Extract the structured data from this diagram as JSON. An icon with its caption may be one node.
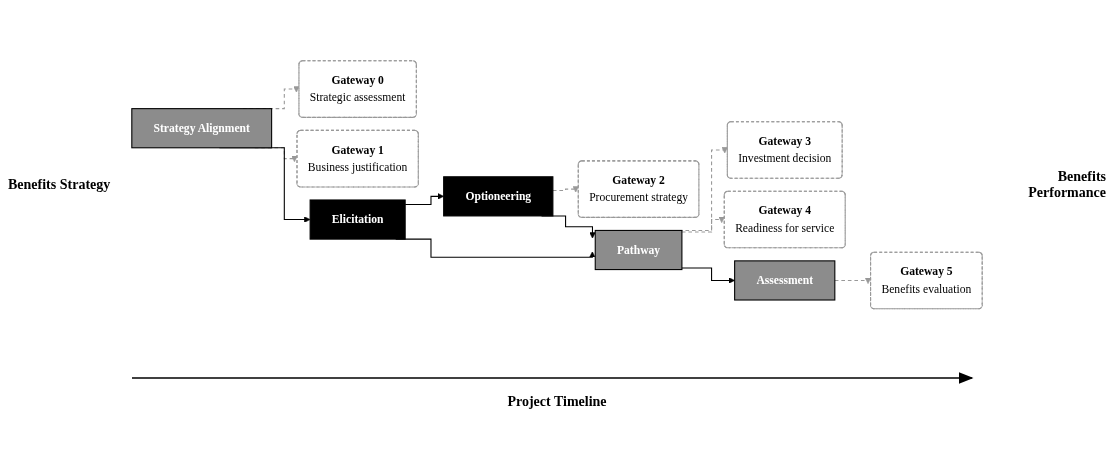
{
  "diagram": {
    "nodes": [
      {
        "text": [
          "Gateway 0",
          "Strategic assessment"
        ]
      },
      {
        "text": [
          "Gateway 1",
          "Business justification"
        ]
      },
      {
        "text": [
          "Gateway 2",
          "Procurement strategy"
        ]
      },
      {
        "text": [
          "Gateway 3",
          "Investment decision"
        ]
      },
      {
        "text": [
          "Gateway 4",
          "Readiness for service"
        ]
      },
      {
        "text": [
          "Gateway 5",
          "Benefits evaluation"
        ]
      },
      {
        "text": [
          "Strategy Alignment"
        ]
      },
      {
        "text": [
          "Elicitation"
        ]
      },
      {
        "text": [
          "Optioneering"
        ]
      },
      {
        "text": [
          "Pathway"
        ]
      },
      {
        "text": [
          "Assessment"
        ]
      }
    ],
    "edges": [
      {
        "from": 6,
        "to": 0,
        "arrow": "to",
        "style": "dashed"
      },
      {
        "from": 6,
        "to": 1,
        "arrow": "to",
        "style": "dashed"
      },
      {
        "from": 6,
        "to": 7,
        "arrow": "to",
        "color": "#000000"
      },
      {
        "from": 7,
        "to": 8,
        "arrow": "to",
        "color": "#000000"
      },
      {
        "from": 7,
        "to": 9,
        "arrow": "to",
        "color": "#000000"
      },
      {
        "from": 8,
        "to": 9,
        "arrow": "to",
        "color": "#000000"
      },
      {
        "from": 8,
        "to": 2,
        "arrow": "to",
        "style": "dashed"
      },
      {
        "from": 9,
        "to": 3,
        "arrow": "to",
        "style": "dashed"
      },
      {
        "from": 9,
        "to": 4,
        "arrow": "to",
        "style": "dashed"
      },
      {
        "from": 9,
        "to": 10,
        "arrow": "to",
        "color": "#000000"
      },
      {
        "from": 10,
        "to": 5,
        "arrow": "to",
        "style": "dashed"
      }
    ],
    "labels": [
      "Benefits Strategy",
      "Benefits Performance",
      "Project Timeline"
    ]
  }
}
